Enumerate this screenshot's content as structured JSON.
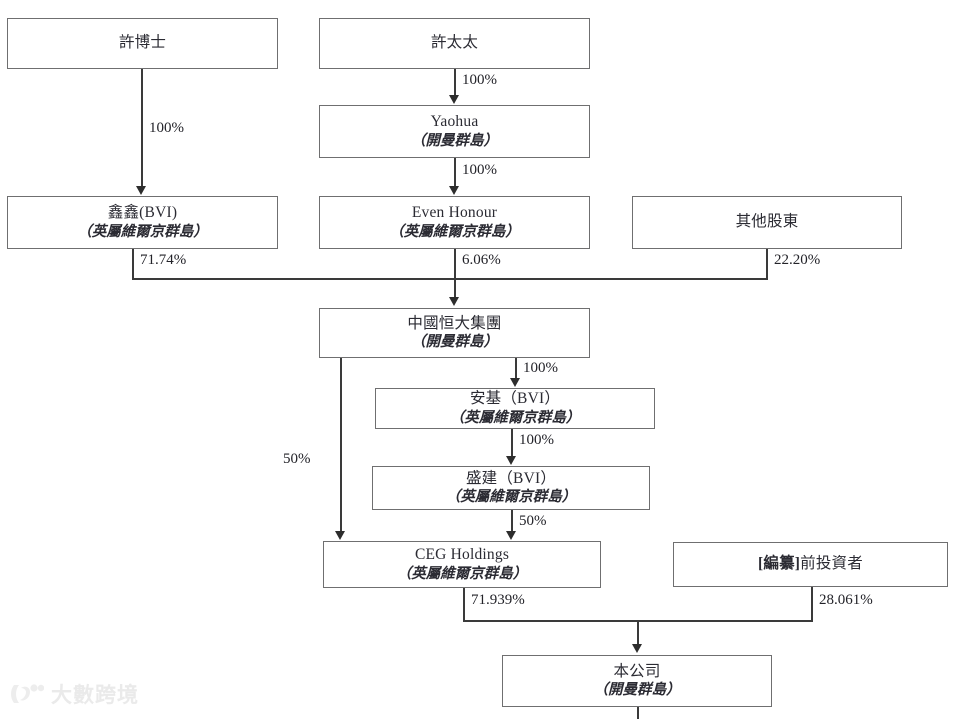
{
  "diagram": {
    "type": "org-ownership-chart",
    "nodes": [
      {
        "id": "hui-dr",
        "title": "許博士",
        "sub": ""
      },
      {
        "id": "hui-mrs",
        "title": "許太太",
        "sub": ""
      },
      {
        "id": "yaohua",
        "title": "Yaohua",
        "sub": "（開曼群島）"
      },
      {
        "id": "xinxin",
        "title": "鑫鑫(BVI)",
        "sub": "（英屬維爾京群島）"
      },
      {
        "id": "even-honour",
        "title": "Even Honour",
        "sub": "（英屬維爾京群島）"
      },
      {
        "id": "other-holders",
        "title": "其他股東",
        "sub": ""
      },
      {
        "id": "evergrande",
        "title": "中國恒大集團",
        "sub": "（開曼群島）"
      },
      {
        "id": "anji",
        "title": "安基（BVI）",
        "sub": "（英屬維爾京群島）"
      },
      {
        "id": "shengjian",
        "title": "盛建（BVI）",
        "sub": "（英屬維爾京群島）"
      },
      {
        "id": "ceg-holdings",
        "title": "CEG Holdings",
        "sub": "（英屬維爾京群島）"
      },
      {
        "id": "pre-investors",
        "title_bracket": "[編纂]",
        "title_rest": "前投資者",
        "sub": ""
      },
      {
        "id": "company",
        "title": "本公司",
        "sub": "（開曼群島）"
      }
    ],
    "edges": [
      {
        "from": "hui-dr",
        "to": "xinxin",
        "label": "100%"
      },
      {
        "from": "hui-mrs",
        "to": "yaohua",
        "label": "100%"
      },
      {
        "from": "yaohua",
        "to": "even-honour",
        "label": "100%"
      },
      {
        "from": "xinxin",
        "to": "evergrande",
        "label": "71.74%"
      },
      {
        "from": "even-honour",
        "to": "evergrande",
        "label": "6.06%"
      },
      {
        "from": "other-holders",
        "to": "evergrande",
        "label": "22.20%"
      },
      {
        "from": "evergrande",
        "to": "anji",
        "label": "100%"
      },
      {
        "from": "anji",
        "to": "shengjian",
        "label": "100%"
      },
      {
        "from": "shengjian",
        "to": "ceg-holdings",
        "label": "50%"
      },
      {
        "from": "evergrande",
        "to": "ceg-holdings",
        "label": "50%"
      },
      {
        "from": "ceg-holdings",
        "to": "company",
        "label": "71.939%"
      },
      {
        "from": "pre-investors",
        "to": "company",
        "label": "28.061%"
      }
    ]
  },
  "watermark": {
    "text": "大數跨境"
  }
}
